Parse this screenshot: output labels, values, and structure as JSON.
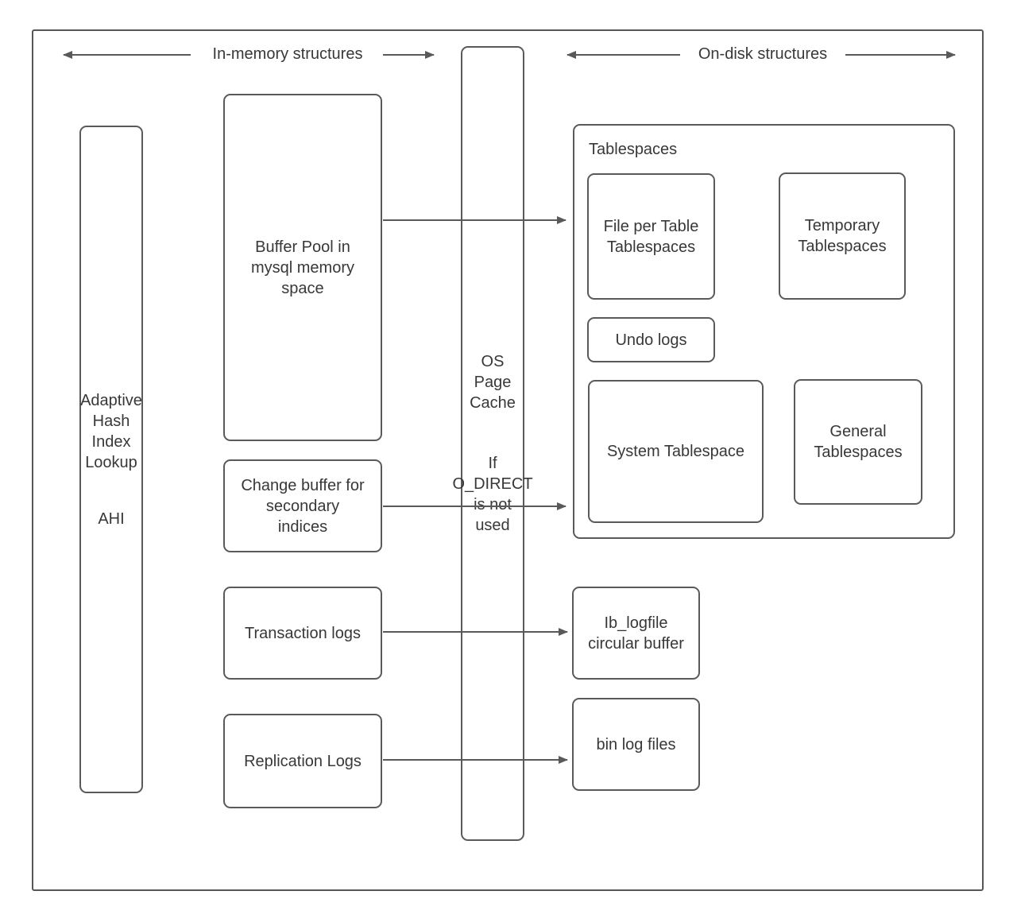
{
  "headers": {
    "in_memory": "In-memory structures",
    "on_disk": "On-disk structures"
  },
  "boxes": {
    "ahi": {
      "title": "Adaptive\nHash\nIndex\nLookup",
      "abbr": "AHI"
    },
    "buffer_pool": {
      "label": "Buffer Pool in\nmysql memory\nspace"
    },
    "change_buffer": {
      "label": "Change buffer for\nsecondary\nindices"
    },
    "transaction_logs": {
      "label": "Transaction logs"
    },
    "replication_logs": {
      "label": "Replication Logs"
    },
    "os_page_cache": {
      "title": "OS\nPage\nCache",
      "note": "If\nO_DIRECT\nis not\nused"
    },
    "tablespaces": {
      "label": "Tablespaces"
    },
    "file_per_table": {
      "label": "File per Table\nTablespaces"
    },
    "temporary_tablespaces": {
      "label": "Temporary\nTablespaces"
    },
    "undo_logs": {
      "label": "Undo logs"
    },
    "system_tablespace": {
      "label": "System Tablespace"
    },
    "general_tablespaces": {
      "label": "General\nTablespaces"
    },
    "ib_logfile": {
      "label": "Ib_logfile\ncircular buffer"
    },
    "bin_log_files": {
      "label": "bin log files"
    }
  },
  "colors": {
    "border": "#5a5a5a",
    "text": "#383838",
    "arrow": "#595959",
    "background": "#ffffff"
  }
}
